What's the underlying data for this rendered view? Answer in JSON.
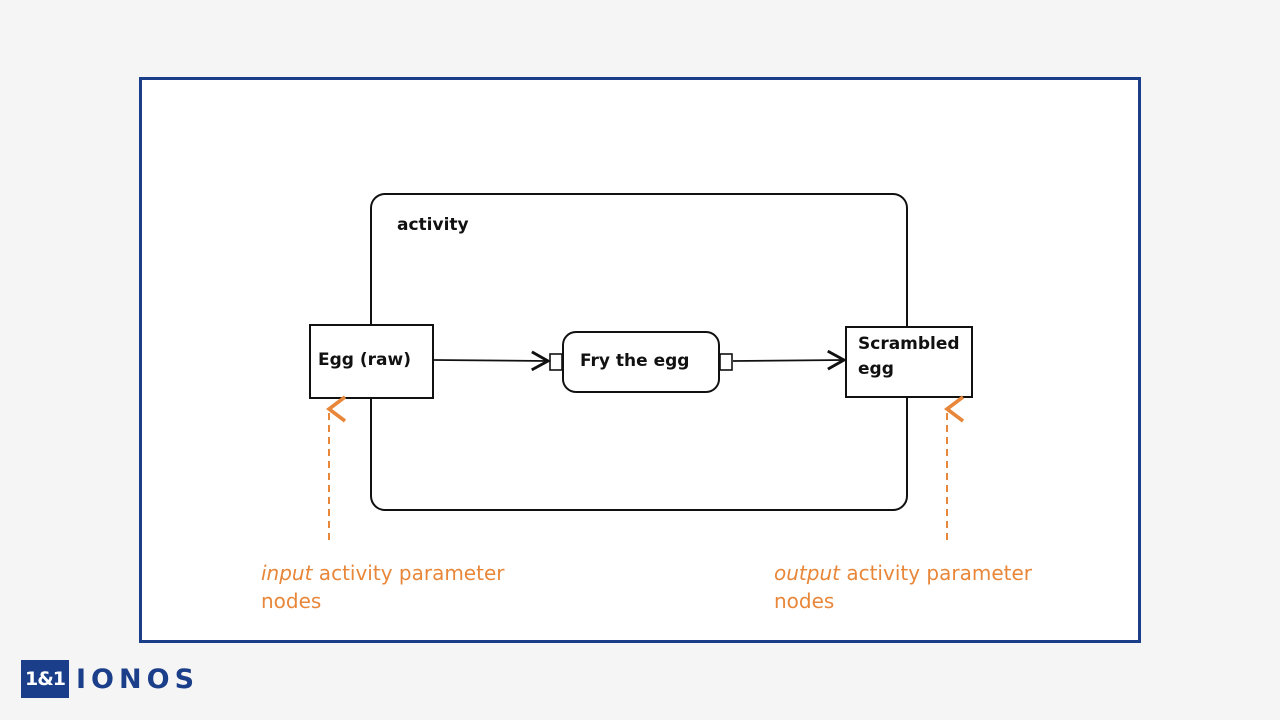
{
  "diagram": {
    "activity_label": "activity",
    "input_node": "Egg (raw)",
    "action": "Fry the egg",
    "output_node_line1": "Scrambled",
    "output_node_line2": "egg",
    "input_note_em": "input",
    "input_note_rest": " activity parameter",
    "input_note_line2": "nodes",
    "output_note_em": "output",
    "output_note_rest": " activity parameter",
    "output_note_line2": "nodes"
  },
  "brand": {
    "logo_mark": "1&1",
    "logo_word": "IONOS"
  },
  "colors": {
    "frame_border": "#1b3e8a",
    "annotation": "#e8873a",
    "lines": "#111111"
  }
}
